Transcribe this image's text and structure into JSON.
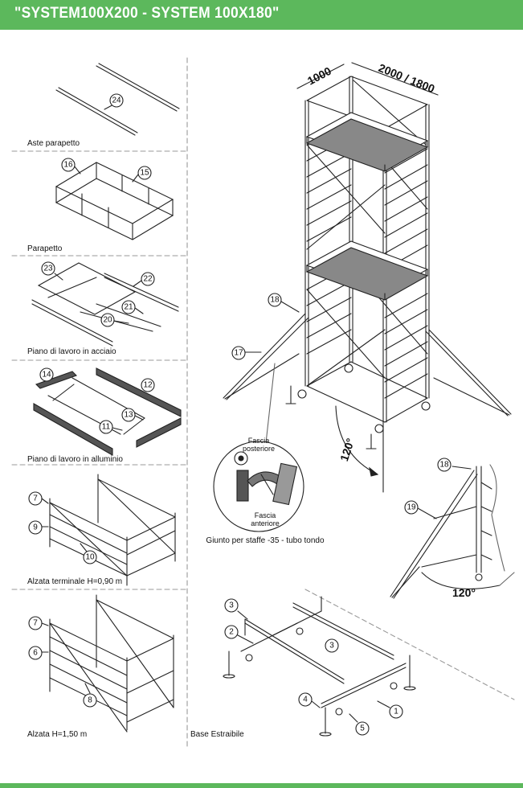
{
  "header": {
    "title": "\"SYSTEM100X200 - SYSTEM 100X180\""
  },
  "colors": {
    "brand": "#5cb85c",
    "line": "#222222"
  },
  "sections": {
    "aste": {
      "label": "Aste parapetto",
      "callouts": [
        "24"
      ]
    },
    "parapetto": {
      "label": "Parapetto",
      "callouts": [
        "16",
        "15"
      ]
    },
    "acciaio": {
      "label": "Piano di lavoro in acciaio",
      "callouts": [
        "23",
        "22",
        "21",
        "20"
      ]
    },
    "alluminio": {
      "label": "Piano di lavoro in alluminio",
      "callouts": [
        "14",
        "12",
        "13",
        "11"
      ]
    },
    "terminale": {
      "label": "Alzata terminale H=0,90 m",
      "callouts": [
        "7",
        "9",
        "10"
      ]
    },
    "alzata": {
      "label": "Alzata H=1,50 m",
      "callouts": [
        "7",
        "6",
        "8"
      ]
    },
    "base": {
      "label": "Base Estraibile",
      "callouts": [
        "3",
        "2",
        "3",
        "4",
        "5",
        "1"
      ]
    }
  },
  "tower": {
    "width_dim": "1000",
    "length_dim": "2000 / 1800",
    "callouts": [
      "18",
      "17"
    ],
    "angle": "120°"
  },
  "joint": {
    "fascia_posteriore": [
      "Fascia",
      "posteriore"
    ],
    "fascia_anteriore": [
      "Fascia",
      "anteriore"
    ],
    "caption": "Giunto per staffe -35 - tubo tondo"
  },
  "stabilizer": {
    "callouts": [
      "18",
      "19"
    ],
    "angle": "120°"
  }
}
